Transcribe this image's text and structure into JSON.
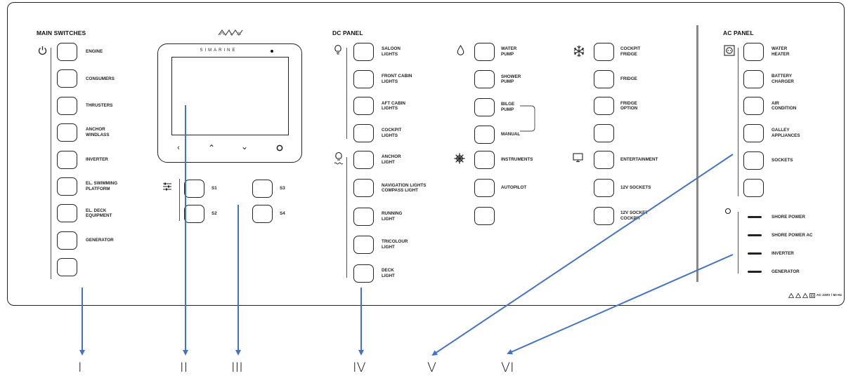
{
  "panel": {
    "main_switches": {
      "title": "MAIN SWITCHES",
      "power_icon": "power-icon",
      "items": [
        "ENGINE",
        "CONSUMERS",
        "THRUSTERS",
        "ANCHOR\nWINDLASS",
        "INVERTER",
        "EL. SWIMMING\nPLATFORM",
        "EL. DECK\nEQUIPMENT",
        "GENERATOR",
        ""
      ]
    },
    "display": {
      "logo_icon": "simarine-logo-icon",
      "brand": "SIMARINE",
      "nav_icons": [
        "chevron-left-icon",
        "chevron-up-icon",
        "chevron-down-icon",
        "power-ring-icon"
      ],
      "settings_icon": "sliders-icon",
      "soft_keys": [
        "S1",
        "S2",
        "S3",
        "S4"
      ]
    },
    "dc_panel": {
      "title": "DC PANEL",
      "col1_group1_icon": "bulb-icon",
      "col1_group1": [
        "SALOON\nLIGHTS",
        "FRONT CABIN\nLIGHTS",
        "AFT CABIN\nLIGHTS",
        "COCKPIT\nLIGHTS"
      ],
      "col1_group2_icon": "nav-bulb-icon",
      "col1_group2": [
        "ANCHOR\nLIGHT",
        "NAVIGATION LIGHTS\nCOMPASS LIGHT",
        "RUNNING\nLIGHT",
        "TRICOLOUR\nLIGHT",
        "DECK\nLIGHT"
      ],
      "col2_group1_icon": "water-drop-icon",
      "col2_group1": [
        "WATER\nPUMP",
        "SHOWER\nPUMP",
        "BILGE\nPUMP",
        "MANUAL"
      ],
      "col2_group2_icon": "helm-icon",
      "col2_group2": [
        "INSTRUMENTS",
        "AUTOPILOT",
        ""
      ],
      "col3_group1_icon": "snowflake-icon",
      "col3_group1": [
        "COCKPIT\nFRIDGE",
        "FRIDGE",
        "FRIDGE\nOPTION",
        ""
      ],
      "col3_group2_icon": "monitor-icon",
      "col3_group2": [
        "ENTERTAINMENT",
        "12V SOCKETS",
        "12V SOCKET\nCOCKPIT"
      ]
    },
    "ac_panel": {
      "title": "AC PANEL",
      "socket_icon": "socket-icon",
      "items": [
        "WATER\nHEATER",
        "BATTERY\nCHARGER",
        "AIR\nCONDITION",
        "GALLEY\nAPPLIANCES",
        "SOCKETS",
        ""
      ],
      "indicator_icon": "ring-icon",
      "indicators": [
        "SHORE  POWER",
        "SHORE POWER AC",
        "INVERTER",
        "GENERATOR"
      ],
      "footer": "AC 230V / 50 Hz",
      "footer_icons": [
        "warning-icon",
        "warning-icon",
        "warning-icon",
        "double-insulation-icon"
      ]
    }
  },
  "callouts": [
    "I",
    "II",
    "III",
    "IV",
    "V",
    "VI"
  ],
  "colors": {
    "outline": "#222222",
    "arrow": "#4472C4"
  }
}
